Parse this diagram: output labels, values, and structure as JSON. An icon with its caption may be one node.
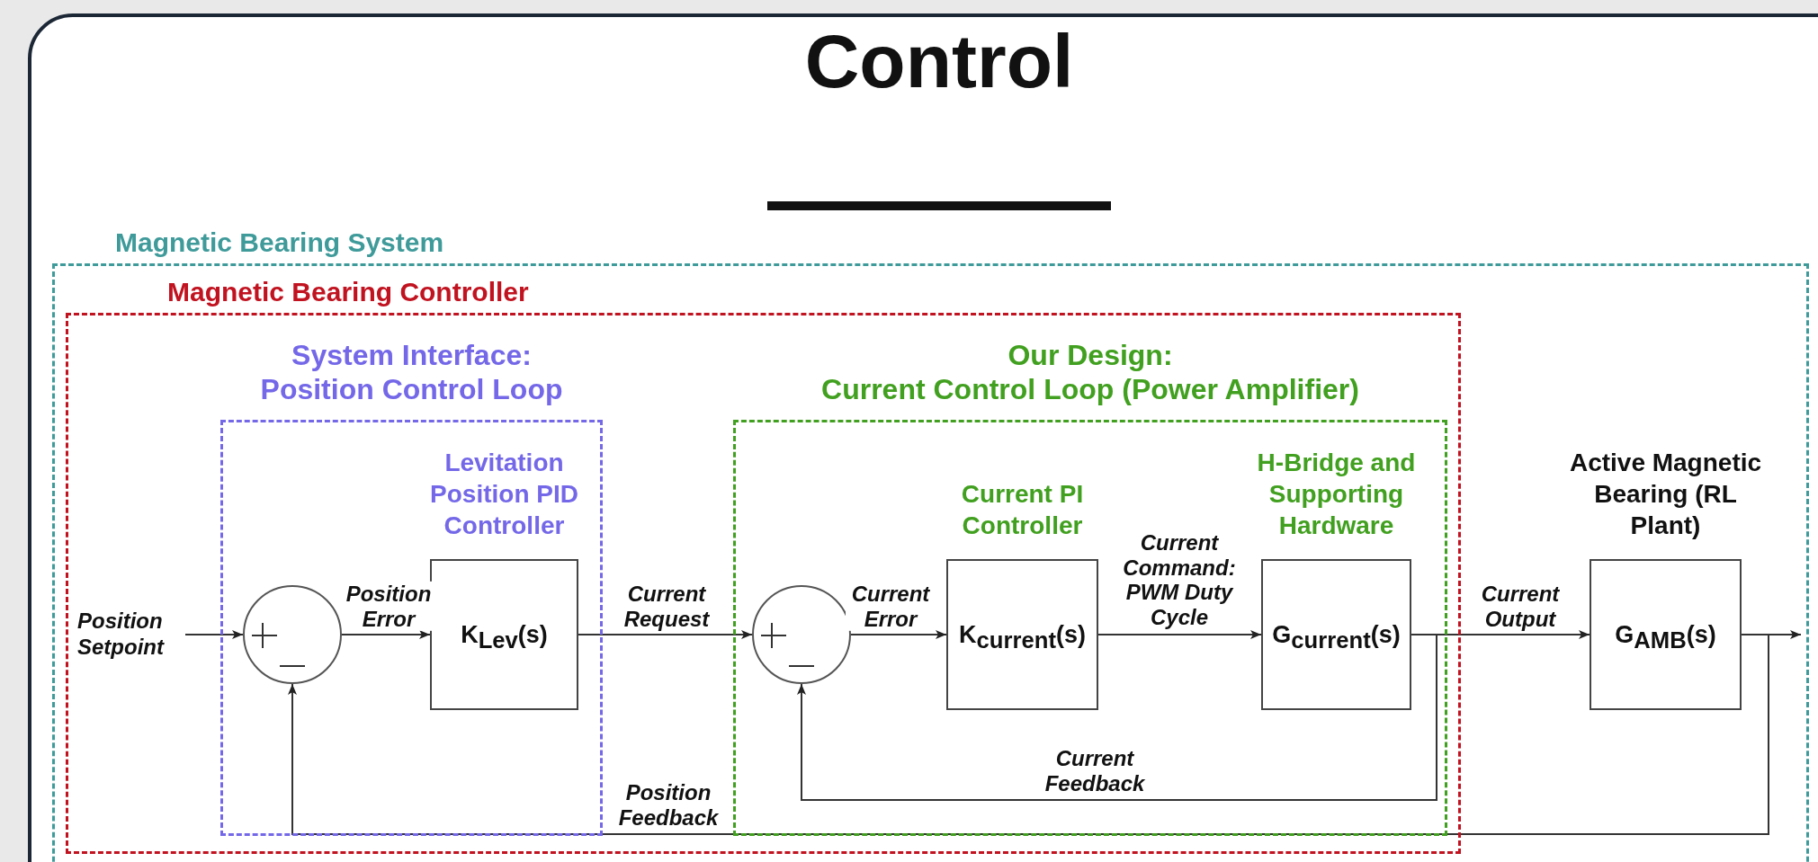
{
  "diagram": {
    "title": "Control",
    "nodes": [
      {
        "text": [
          "Magnetic Bearing System"
        ]
      },
      {
        "text": [
          "Magnetic Bearing Controller"
        ],
        "in": 0
      },
      {
        "text": [
          "System Interface:",
          "Position Control Loop"
        ],
        "in": 1
      },
      {
        "text": [
          "Our Design:",
          "Current Control Loop (Power Amplifier)"
        ],
        "in": 1
      },
      {
        "text": [
          "Position Setpoint"
        ],
        "in": 1
      },
      {
        "text": [],
        "shape": "circle",
        "in": 2
      },
      {
        "text": [
          "Levitation Position PID Controller",
          "K$_{Lev}$(s)"
        ],
        "in": 2
      },
      {
        "text": [],
        "shape": "circle",
        "in": 3
      },
      {
        "text": [
          "Current PI Controller",
          "K$_{current}$(s)"
        ],
        "in": 3
      },
      {
        "text": [
          "H-Bridge and Supporting Hardware",
          "G$_{current}$(s)"
        ],
        "in": 3
      },
      {
        "text": [
          "Active Magnetic Bearing (RL Plant)",
          "G$_{AMB}$(s)"
        ],
        "in": 0
      }
    ],
    "edges": [
      {
        "from": 4,
        "to": 5,
        "arrow": "to"
      },
      {
        "from": 5,
        "to": 6,
        "arrow": "to",
        "label": "Position Error"
      },
      {
        "from": 6,
        "to": 7,
        "arrow": "to",
        "label": "Current Request"
      },
      {
        "from": 7,
        "to": 8,
        "arrow": "to",
        "label": "Current Error"
      },
      {
        "from": 8,
        "to": 9,
        "arrow": "to",
        "label": "Current Command: PWM Duty Cycle"
      },
      {
        "from": 9,
        "to": 10,
        "arrow": "to",
        "label": "Current Output"
      },
      {
        "from": 9,
        "to": 7,
        "arrow": "to",
        "label": "Current Feedback"
      },
      {
        "from": 10,
        "to": 5,
        "arrow": "to",
        "label": "Position Feedback"
      },
      {
        "from": 10,
        "to": null,
        "arrow": "to"
      }
    ]
  }
}
